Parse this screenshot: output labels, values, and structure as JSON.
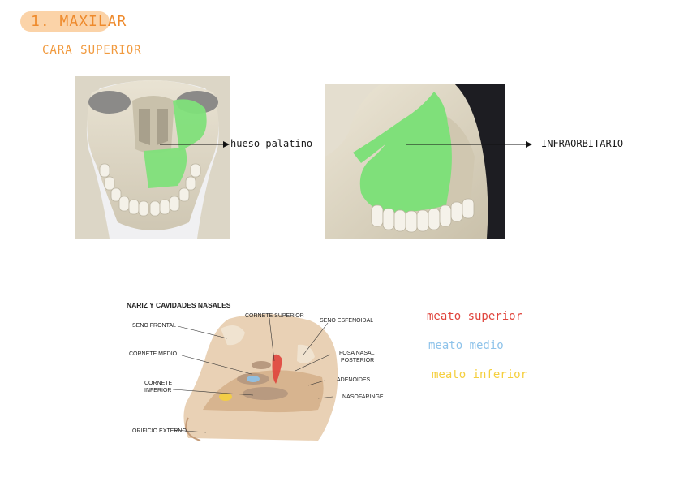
{
  "heading": {
    "title": "1. MAXILAR",
    "subtitle": "CARA SUPERIOR"
  },
  "annotations": {
    "left": "hueso palatino",
    "right": "INFRAORBITARIO"
  },
  "nasal_diagram": {
    "title": "NARIZ Y CAVIDADES NASALES",
    "labels": {
      "cornete_superior": "CORNETE SUPERIOR",
      "seno_esfenoidal": "SENO ESFENOIDAL",
      "seno_frontal": "SENO FRONTAL",
      "cornete_medio": "CORNETE MEDIO",
      "fosa_nasal_1": "FOSA NASAL",
      "fosa_nasal_2": "POSTERIOR",
      "cornete_inferior_1": "CORNETE",
      "cornete_inferior_2": "INFERIOR",
      "adenoides": "ADENOIDES",
      "nasofaringe": "NASOFARINGE",
      "orificio_externo": "ORIFICIO EXTERNO"
    }
  },
  "legend": [
    {
      "text": "meato superior",
      "color": "#e0443c"
    },
    {
      "text": "meato medio",
      "color": "#8ec3ea"
    },
    {
      "text": "meato inferior",
      "color": "#f5cf3e"
    }
  ],
  "colors": {
    "highlight": "#7fe07a",
    "accent_orange": "#ee8a2c",
    "pill": "#fbd3a8"
  }
}
